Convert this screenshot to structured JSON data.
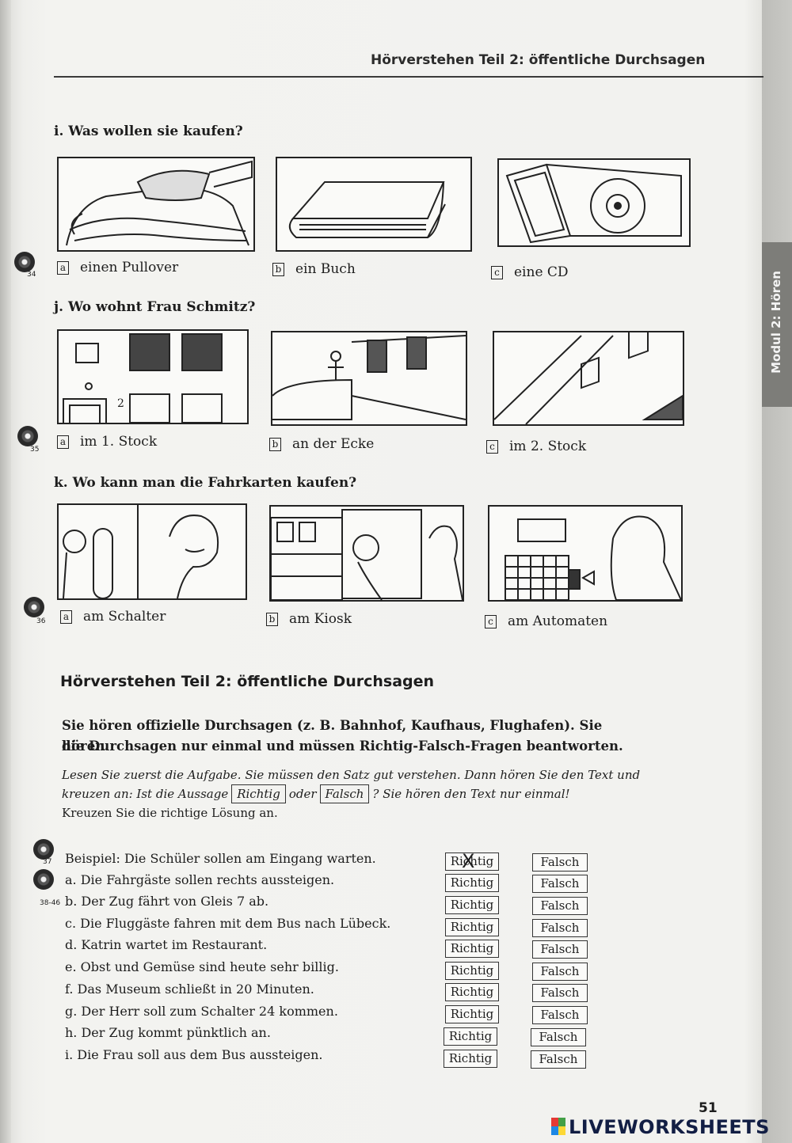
{
  "header": {
    "title": "Hörverstehen Teil 2: öffentliche Durchsagen"
  },
  "sidebar": {
    "tab_label": "Modul 2: Hören"
  },
  "questions": [
    {
      "title": "i. Was wollen sie kaufen?",
      "cd": "34",
      "options": [
        {
          "letter": "a",
          "text": "einen Pullover",
          "icon": "sweater-illustration"
        },
        {
          "letter": "b",
          "text": "ein Buch",
          "icon": "book-illustration"
        },
        {
          "letter": "c",
          "text": "eine CD",
          "icon": "cd-case-illustration"
        }
      ]
    },
    {
      "title": "j. Wo wohnt Frau Schmitz?",
      "cd": "35",
      "options": [
        {
          "letter": "a",
          "text": "im 1. Stock",
          "icon": "door-illustration"
        },
        {
          "letter": "b",
          "text": "an der Ecke",
          "icon": "street-corner-illustration"
        },
        {
          "letter": "c",
          "text": "im 2. Stock",
          "icon": "building-illustration"
        }
      ]
    },
    {
      "title": "k. Wo kann man die Fahrkarten kaufen?",
      "cd": "36",
      "options": [
        {
          "letter": "a",
          "text": "am Schalter",
          "icon": "ticket-counter-illustration"
        },
        {
          "letter": "b",
          "text": "am Kiosk",
          "icon": "kiosk-illustration"
        },
        {
          "letter": "c",
          "text": "am Automaten",
          "icon": "ticket-machine-illustration"
        }
      ]
    }
  ],
  "section": {
    "title": "Hörverstehen Teil 2: öffentliche Durchsagen",
    "intro_line1": "Sie hören offizielle Durchsagen (z. B. Bahnhof, Kaufhaus, Flughafen). Sie hören",
    "intro_line2": "die Durchsagen nur einmal und müssen Richtig-Falsch-Fragen beantworten.",
    "instr_line1": "Lesen Sie zuerst die Aufgabe. Sie müssen den Satz gut verstehen. Dann hören Sie den Text und",
    "instr_line2_a": "kreuzen an: Ist die Aussage",
    "instr_line2_box1": "Richtig",
    "instr_line2_b": "oder",
    "instr_line2_box2": "Falsch",
    "instr_line2_c": "? Sie hören den Text nur einmal!",
    "instr_line3": "Kreuzen Sie die richtige Lösung an.",
    "cd_example": "37",
    "cd_range": "38-46"
  },
  "statements": [
    {
      "text": "Beispiel: Die Schüler sollen am Eingang warten.",
      "richtig": "Richtig",
      "falsch": "Falsch",
      "marked": "X"
    },
    {
      "text": "a. Die Fahrgäste sollen rechts aussteigen.",
      "richtig": "Richtig",
      "falsch": "Falsch"
    },
    {
      "text": "b. Der Zug fährt von Gleis 7 ab.",
      "richtig": "Richtig",
      "falsch": "Falsch"
    },
    {
      "text": "c. Die Fluggäste fahren mit dem Bus nach Lübeck.",
      "richtig": "Richtig",
      "falsch": "Falsch"
    },
    {
      "text": "d. Katrin wartet im Restaurant.",
      "richtig": "Richtig",
      "falsch": "Falsch"
    },
    {
      "text": "e. Obst und Gemüse sind heute sehr billig.",
      "richtig": "Richtig",
      "falsch": "Falsch"
    },
    {
      "text": "f. Das Museum schließt in 20 Minuten.",
      "richtig": "Richtig",
      "falsch": "Falsch"
    },
    {
      "text": "g. Der Herr soll zum Schalter 24 kommen.",
      "richtig": "Richtig",
      "falsch": "Falsch"
    },
    {
      "text": "h. Der Zug kommt pünktlich an.",
      "richtig": "Richtig",
      "falsch": "Falsch"
    },
    {
      "text": "i. Die Frau soll aus dem Bus aussteigen.",
      "richtig": "Richtig",
      "falsch": "Falsch"
    }
  ],
  "page_number": "51",
  "watermark": "LIVEWORKSHEETS"
}
